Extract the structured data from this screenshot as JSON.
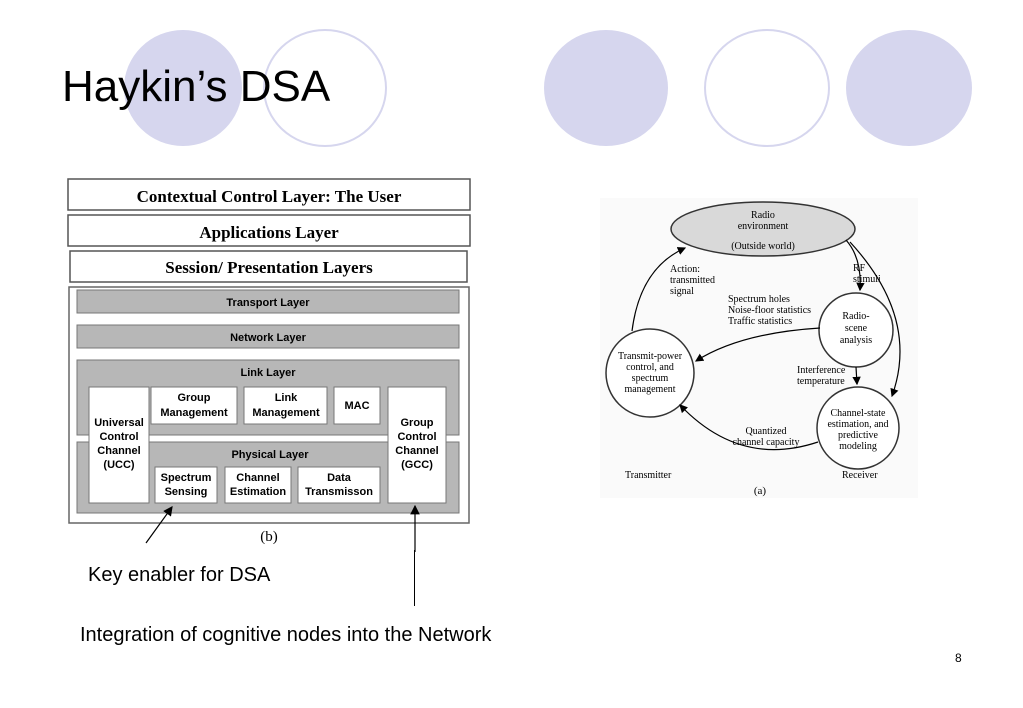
{
  "slide": {
    "title": "Haykin’s DSA",
    "page_number": "8",
    "captions": {
      "key_enabler": "Key enabler for DSA",
      "integration": "Integration of cognitive nodes into the Network"
    }
  },
  "stack_diagram": {
    "top_layers": [
      "Contextual Control Layer: The User",
      "Applications Layer",
      "Session/ Presentation Layers"
    ],
    "transport_layer": "Transport Layer",
    "network_layer": "Network Layer",
    "link_layer": "Link Layer",
    "physical_layer": "Physical Layer",
    "link_boxes": {
      "group_management": [
        "Group",
        "Management"
      ],
      "link_management": [
        "Link",
        "Management"
      ],
      "mac": "MAC"
    },
    "physical_boxes": {
      "spectrum_sensing": [
        "Spectrum",
        "Sensing"
      ],
      "channel_estimation": [
        "Channel",
        "Estimation"
      ],
      "data_transmission": [
        "Data",
        "Transmisson"
      ]
    },
    "ucc": [
      "Universal",
      "Control",
      "Channel",
      "(UCC)"
    ],
    "gcc": [
      "Group",
      "Control",
      "Channel",
      "(GCC)"
    ],
    "label": "(b)"
  },
  "cycle_diagram": {
    "radio_environment": [
      "Radio",
      "environment",
      "(Outside world)"
    ],
    "rf_stimuli": [
      "RF",
      "stimuli"
    ],
    "action": [
      "Action:",
      "transmitted",
      "signal"
    ],
    "spectrum_holes": [
      "Spectrum holes",
      "Noise-floor statistics",
      "Traffic statistics"
    ],
    "radio_scene_analysis": [
      "Radio-",
      "scene",
      "analysis"
    ],
    "transmit_power": [
      "Transmit-power",
      "control, and",
      "spectrum",
      "management"
    ],
    "interference": [
      "Interference",
      "temperature"
    ],
    "channel_state": [
      "Channel-state",
      "estimation, and",
      "predictive",
      "modeling"
    ],
    "quantized": [
      "Quantized",
      "channel capacity"
    ],
    "transmitter": "Transmitter",
    "receiver": "Receiver",
    "label": "(a)"
  }
}
